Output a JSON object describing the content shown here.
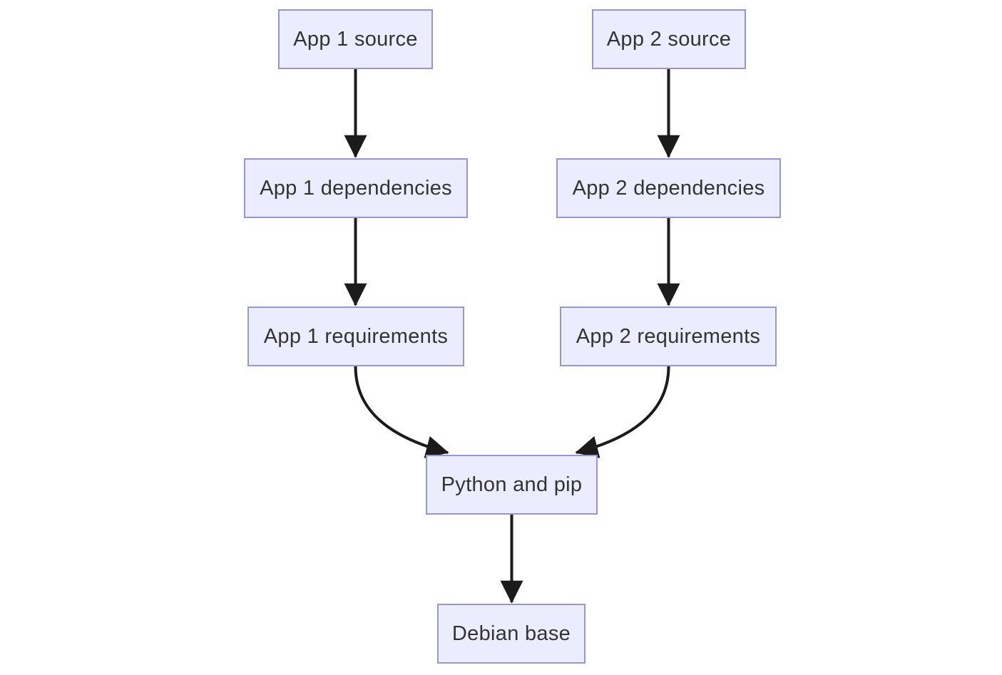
{
  "diagram": {
    "type": "flowchart",
    "direction": "top-down",
    "nodes": [
      {
        "id": "app1-source",
        "label": "App 1 source"
      },
      {
        "id": "app2-source",
        "label": "App 2 source"
      },
      {
        "id": "app1-dependencies",
        "label": "App 1 dependencies"
      },
      {
        "id": "app2-dependencies",
        "label": "App 2 dependencies"
      },
      {
        "id": "app1-requirements",
        "label": "App 1 requirements"
      },
      {
        "id": "app2-requirements",
        "label": "App 2 requirements"
      },
      {
        "id": "python-pip",
        "label": "Python and pip"
      },
      {
        "id": "debian-base",
        "label": "Debian base"
      }
    ],
    "edges": [
      {
        "from": "app1-source",
        "to": "app1-dependencies",
        "style": "arrow-solid"
      },
      {
        "from": "app1-dependencies",
        "to": "app1-requirements",
        "style": "arrow-solid"
      },
      {
        "from": "app2-source",
        "to": "app2-dependencies",
        "style": "arrow-solid"
      },
      {
        "from": "app2-dependencies",
        "to": "app2-requirements",
        "style": "arrow-solid"
      },
      {
        "from": "app1-requirements",
        "to": "python-pip",
        "style": "arrow-solid-curved"
      },
      {
        "from": "app2-requirements",
        "to": "python-pip",
        "style": "arrow-solid-curved"
      },
      {
        "from": "python-pip",
        "to": "debian-base",
        "style": "arrow-solid"
      }
    ],
    "colors": {
      "node_fill": "#ECECFF",
      "node_border": "#9897C9",
      "edge": "#1b1b1b",
      "text": "#333333",
      "background": "#ffffff"
    }
  }
}
